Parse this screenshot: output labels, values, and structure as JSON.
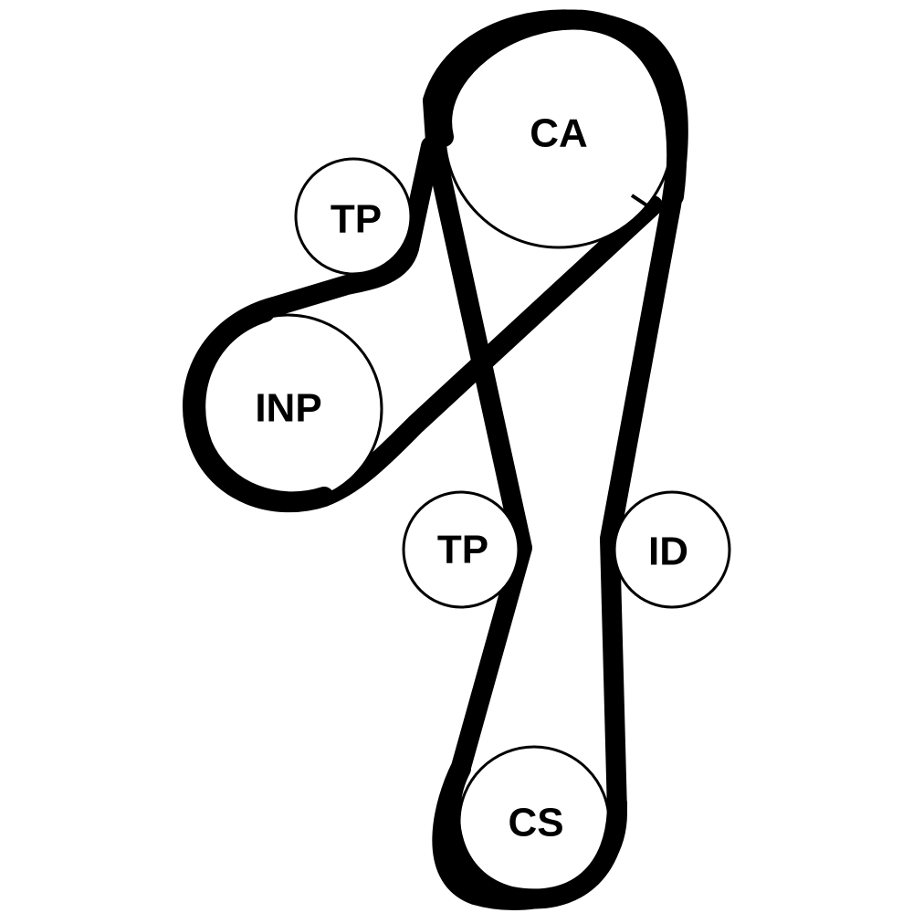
{
  "diagram": {
    "pulleys": [
      {
        "id": "ca",
        "label": "CA"
      },
      {
        "id": "tp_upper",
        "label": "TP"
      },
      {
        "id": "inp",
        "label": "INP"
      },
      {
        "id": "tp_lower",
        "label": "TP"
      },
      {
        "id": "id",
        "label": "ID"
      },
      {
        "id": "cs",
        "label": "CS"
      }
    ]
  },
  "colors": {
    "belt": "#000000",
    "background": "#ffffff"
  }
}
